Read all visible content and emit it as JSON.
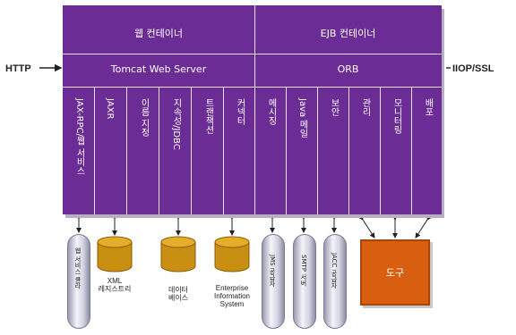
{
  "http": "HTTP",
  "iiop": "IIOP/SSL",
  "web_container": "웹 컨테이너",
  "ejb_container": "EJB 컨테이너",
  "tomcat": "Tomcat Web Server",
  "orb": "ORB",
  "columns": [
    "JAX-RPC/웹 서비스",
    "JAXR",
    "이름 지정",
    "지속성/JDBC",
    "트랜잭션",
    "커넥터",
    "메시징",
    "Java 메일",
    "보안",
    "관리",
    "모니터링",
    "배포"
  ],
  "bottom": {
    "pill1": "웹 서비스 클라",
    "xml_registry": [
      "XML",
      "레지스트리"
    ],
    "database": [
      "데이터",
      "베이스"
    ],
    "eis": [
      "Enterprise",
      "Information",
      "System"
    ],
    "jms": "JMS 공급자",
    "smtp": "SMTP 서버",
    "jacc": "JACC 공급자",
    "tool": "도구"
  },
  "colors": {
    "panel": "#6b2c96",
    "tool": "#d95f10",
    "cylinder": "#c88f12"
  }
}
